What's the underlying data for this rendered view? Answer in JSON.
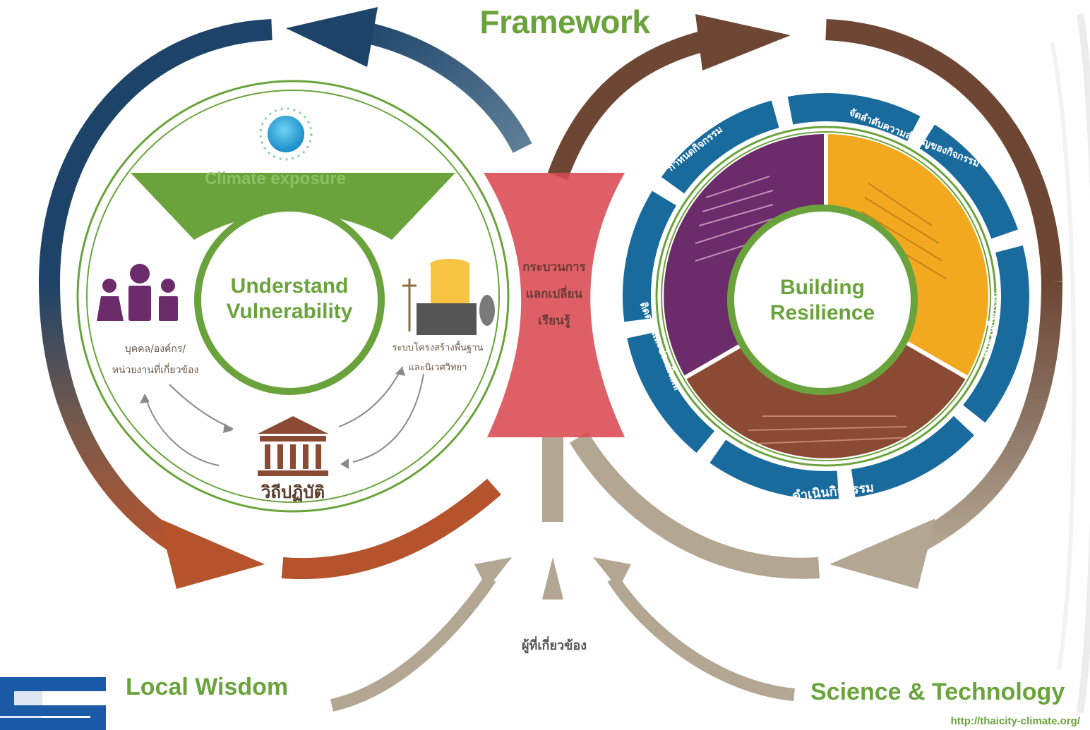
{
  "title": "Framework",
  "left_cycle": {
    "center_label": [
      "Understand",
      "Vulnerability"
    ],
    "exposure_label": "Climate exposure",
    "people_label": [
      "บุคคล/องค์กร/",
      "หน่วยงานที่เกี่ยวข้อง"
    ],
    "infra_label": [
      "ระบบโครงสร้างพื้นฐาน",
      "และนิเวศวิทยา"
    ],
    "practice_label": "วิถีปฏิบัติ"
  },
  "middle": {
    "exchange_label": [
      "กระบวนการ",
      "แลกเปลี่ยน",
      "เรียนรู้"
    ],
    "stakeholders_label": "ผู้ที่เกี่ยวข้อง"
  },
  "right_cycle": {
    "center_label": [
      "Building",
      "Resilience"
    ],
    "ring_labels": [
      "จัดลำดับความสำคัญของกิจกรรม",
      "กำหนดกิจกรรม",
      "ดำเนินกิจกรรม",
      "ติดตามและประเมินผล",
      "ทบทวนกิจกรรม"
    ]
  },
  "footer": {
    "left_label": "Local Wisdom",
    "right_label": "Science & Technology",
    "url": "http://thaicity-climate.org/"
  },
  "colors": {
    "green": "#6aa33c",
    "navy": "#1d4368",
    "rust": "#b5532d",
    "brown": "#6e4634",
    "taupe": "#b3a692",
    "red": "#d94a51",
    "blue": "#1a6b9d",
    "purple": "#6c2b6a",
    "orange": "#f3a91f",
    "sector_brown": "#8b4a33"
  }
}
